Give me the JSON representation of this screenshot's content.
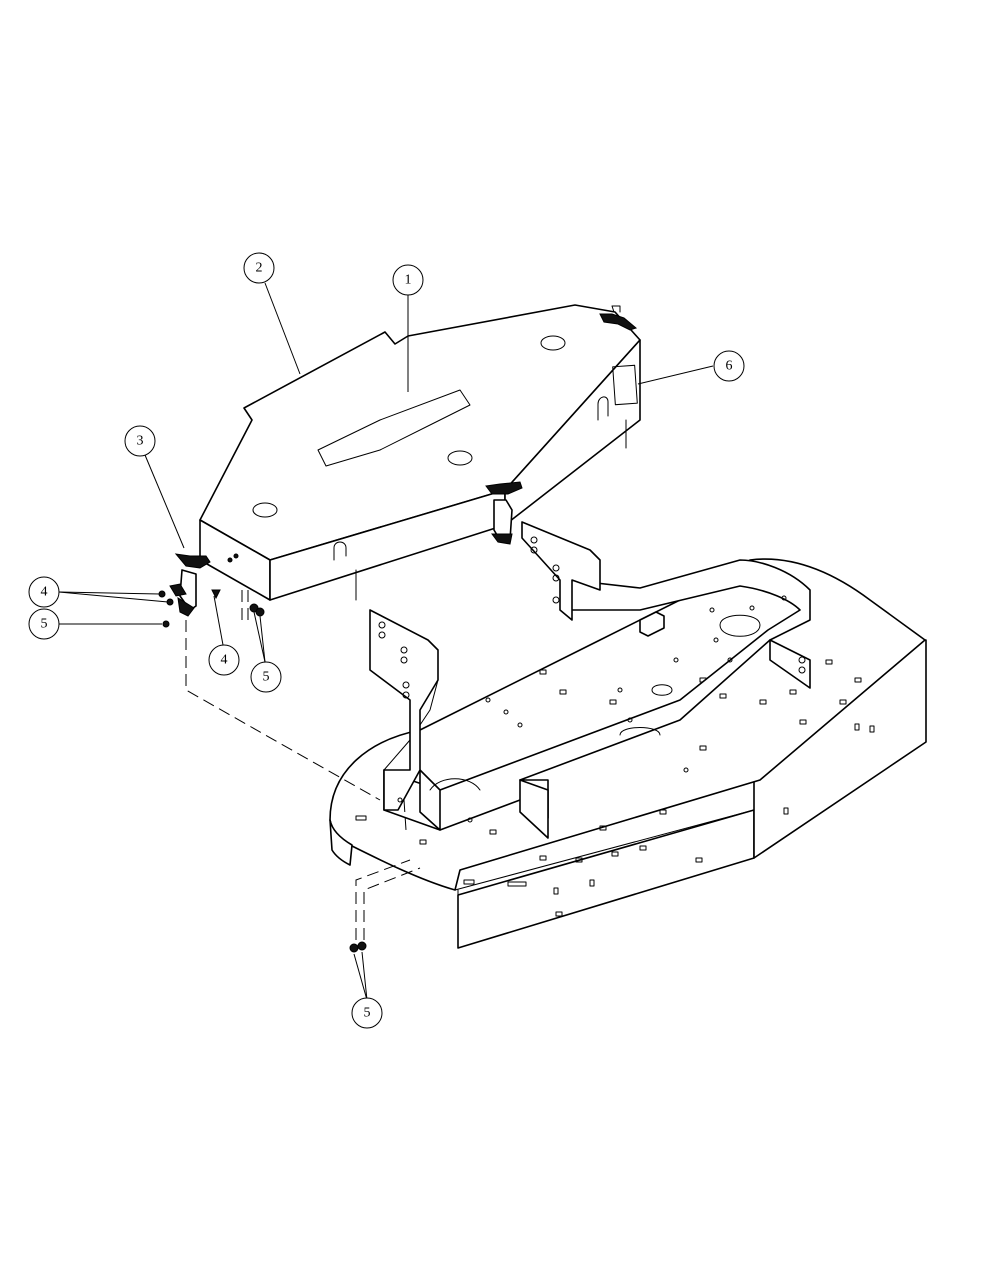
{
  "diagram": {
    "type": "exploded-parts-view",
    "callouts": [
      {
        "id": "c1",
        "label": "1"
      },
      {
        "id": "c2",
        "label": "2"
      },
      {
        "id": "c3",
        "label": "3"
      },
      {
        "id": "c4a",
        "label": "4"
      },
      {
        "id": "c4b",
        "label": "4"
      },
      {
        "id": "c5a",
        "label": "5"
      },
      {
        "id": "c5b",
        "label": "5"
      },
      {
        "id": "c5c",
        "label": "5"
      },
      {
        "id": "c6",
        "label": "6"
      }
    ],
    "parts": [
      "deck-cover",
      "decal-panel",
      "t-handle-latch",
      "mower-deck",
      "belt-guard-frame",
      "mounting-bracket"
    ],
    "colors": {
      "line": "#000000",
      "background": "#ffffff"
    }
  }
}
